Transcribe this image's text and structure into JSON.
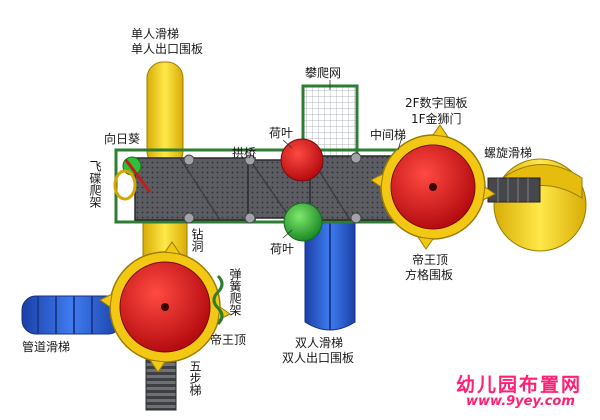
{
  "labels": {
    "single_slide": "单人滑梯",
    "single_exit_panel": "单人出口围板",
    "climbing_net": "攀爬网",
    "sunflower": "向日葵",
    "arch_bridge": "拱桥",
    "lotus_leaf_top": "荷叶",
    "middle_ladder": "中间梯",
    "digit_panel_2f": "2F数字围板",
    "lion_door_1f": "1F金狮门",
    "spiral_slide": "螺旋滑梯",
    "ufo_climber": "飞碟爬架",
    "lotus_leaf_bottom": "荷叶",
    "emperor_roof_right": "帝王顶",
    "square_panel": "方格围板",
    "crawl_hole": "钻洞",
    "spring_climber": "弹簧爬架",
    "tube_slide": "管道滑梯",
    "emperor_roof_left": "帝王顶",
    "double_slide": "双人滑梯",
    "double_exit_panel": "双人出口围板",
    "step_ladder": "五步梯"
  },
  "watermark": {
    "site_name": "幼儿园布置网",
    "url": "www.9yey.com"
  },
  "colors": {
    "roof_red": "#e0161c",
    "roof_yellow": "#f2c814",
    "slide_yellow": "#f3d21d",
    "slide_blue": "#2f63d6",
    "platform_gray": "#56585c",
    "frame_green": "#2e7d32",
    "lotus_green": "#2fbf3a",
    "watermark_pink": "#ff1f75"
  }
}
